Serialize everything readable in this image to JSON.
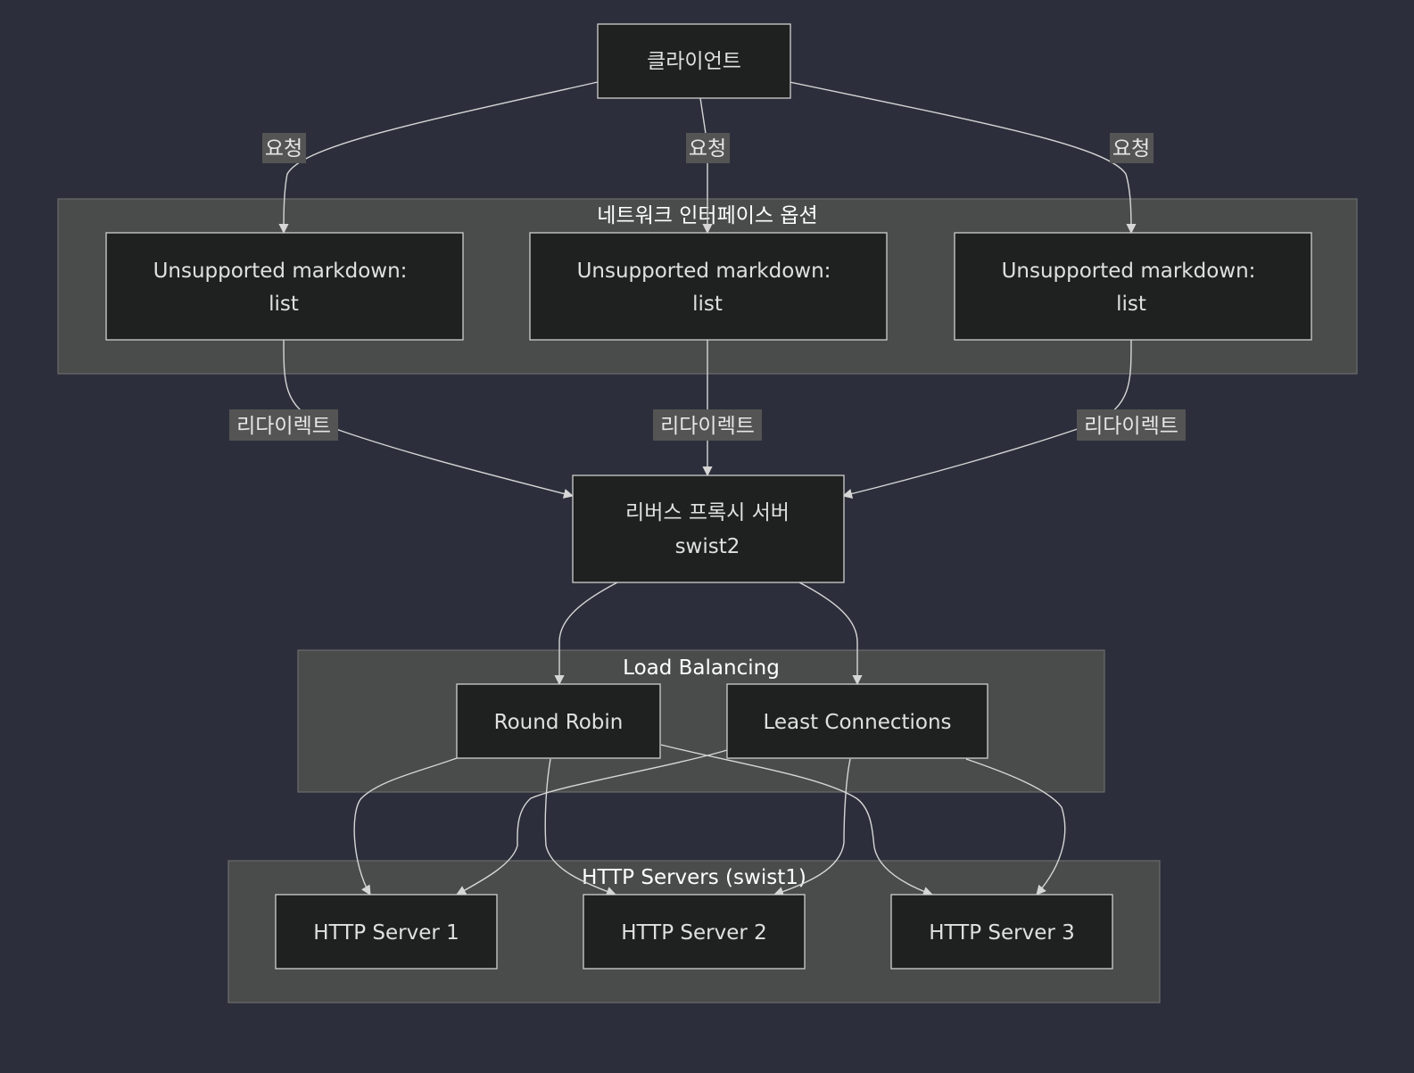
{
  "diagram": {
    "clusters": {
      "network": "네트워크 인터페이스 옵션",
      "loadbalancing": "Load Balancing",
      "http": "HTTP Servers (swist1)"
    },
    "nodes": {
      "client": [
        "클라이언트"
      ],
      "opt1": [
        "Unsupported markdown:",
        "list"
      ],
      "opt2": [
        "Unsupported markdown:",
        "list"
      ],
      "opt3": [
        "Unsupported markdown:",
        "list"
      ],
      "proxy": [
        "리버스 프록시 서버",
        "swist2"
      ],
      "rr": [
        "Round Robin"
      ],
      "lc": [
        "Least Connections"
      ],
      "s1": [
        "HTTP Server 1"
      ],
      "s2": [
        "HTTP Server 2"
      ],
      "s3": [
        "HTTP Server 3"
      ]
    },
    "edge_labels": {
      "request": "요청",
      "redirect": "리다이렉트"
    }
  }
}
